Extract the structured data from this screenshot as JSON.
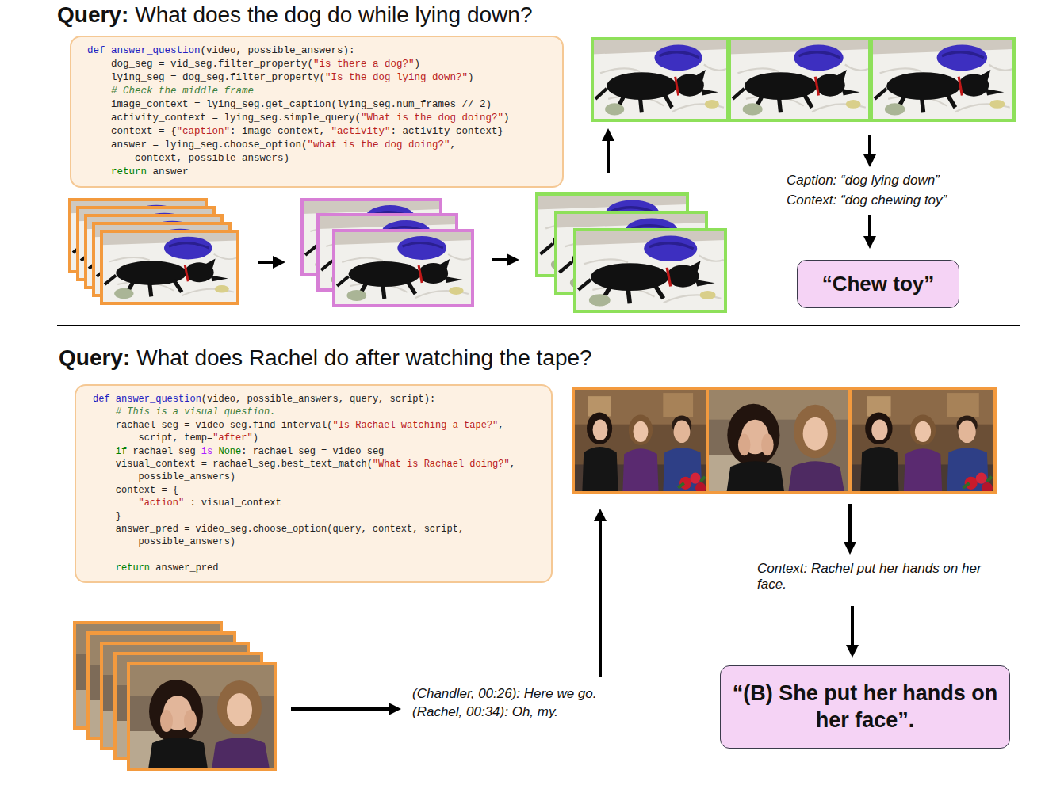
{
  "diagram": {
    "nodes": [
      {
        "text": [
          "def answer_question(video, possible_answers):",
          "    dog_seg = vid_seg.filter_property(\"is there a dog?\")",
          "    lying_seg = dog_seg.filter_property(\"Is the dog lying down?\")",
          "    # Check the middle frame",
          "    image_context = lying_seg.get_caption(lying_seg.num_frames // 2)",
          "    activity_context = lying_seg.simple_query(\"What is the dog doing?\")",
          "    context = {\"caption\": image_context, \"activity\": activity_context}",
          "    answer = lying_seg.choose_option(\"what is the dog doing?\",",
          "        context, possible_answers)",
          "    return answer"
        ]
      },
      {
        "text": [
          "“Chew toy”"
        ]
      },
      {
        "text": [
          "def answer_question(video, possible_answers, query, script):",
          "    # This is a visual question.",
          "    rachael_seg = video_seg.find_interval(\"Is Rachael watching a tape?\",",
          "        script, temp=\"after\")",
          "    if rachael_seg is None: rachael_seg = video_seg",
          "    visual_context = rachael_seg.best_text_match(\"What is Rachael doing?\",",
          "        possible_answers)",
          "    context = {",
          "        \"action\" : visual_context",
          "    }",
          "    answer_pred = video_seg.choose_option(query, context, script,",
          "        possible_answers)",
          "    return answer_pred"
        ]
      },
      {
        "text": [
          "“(B) She put her hands on her face”."
        ]
      }
    ],
    "labels": [
      "Query:",
      "What does the dog do while lying down?",
      "Caption: “dog lying down”",
      "Context: “dog chewing toy”",
      "Query:",
      "What does Rachel do after watching the tape?",
      "Context:  Rachel put her hands on her face.",
      "(Chandler, 00:26): Here we go.",
      "(Rachel, 00:34): Oh, my."
    ]
  }
}
